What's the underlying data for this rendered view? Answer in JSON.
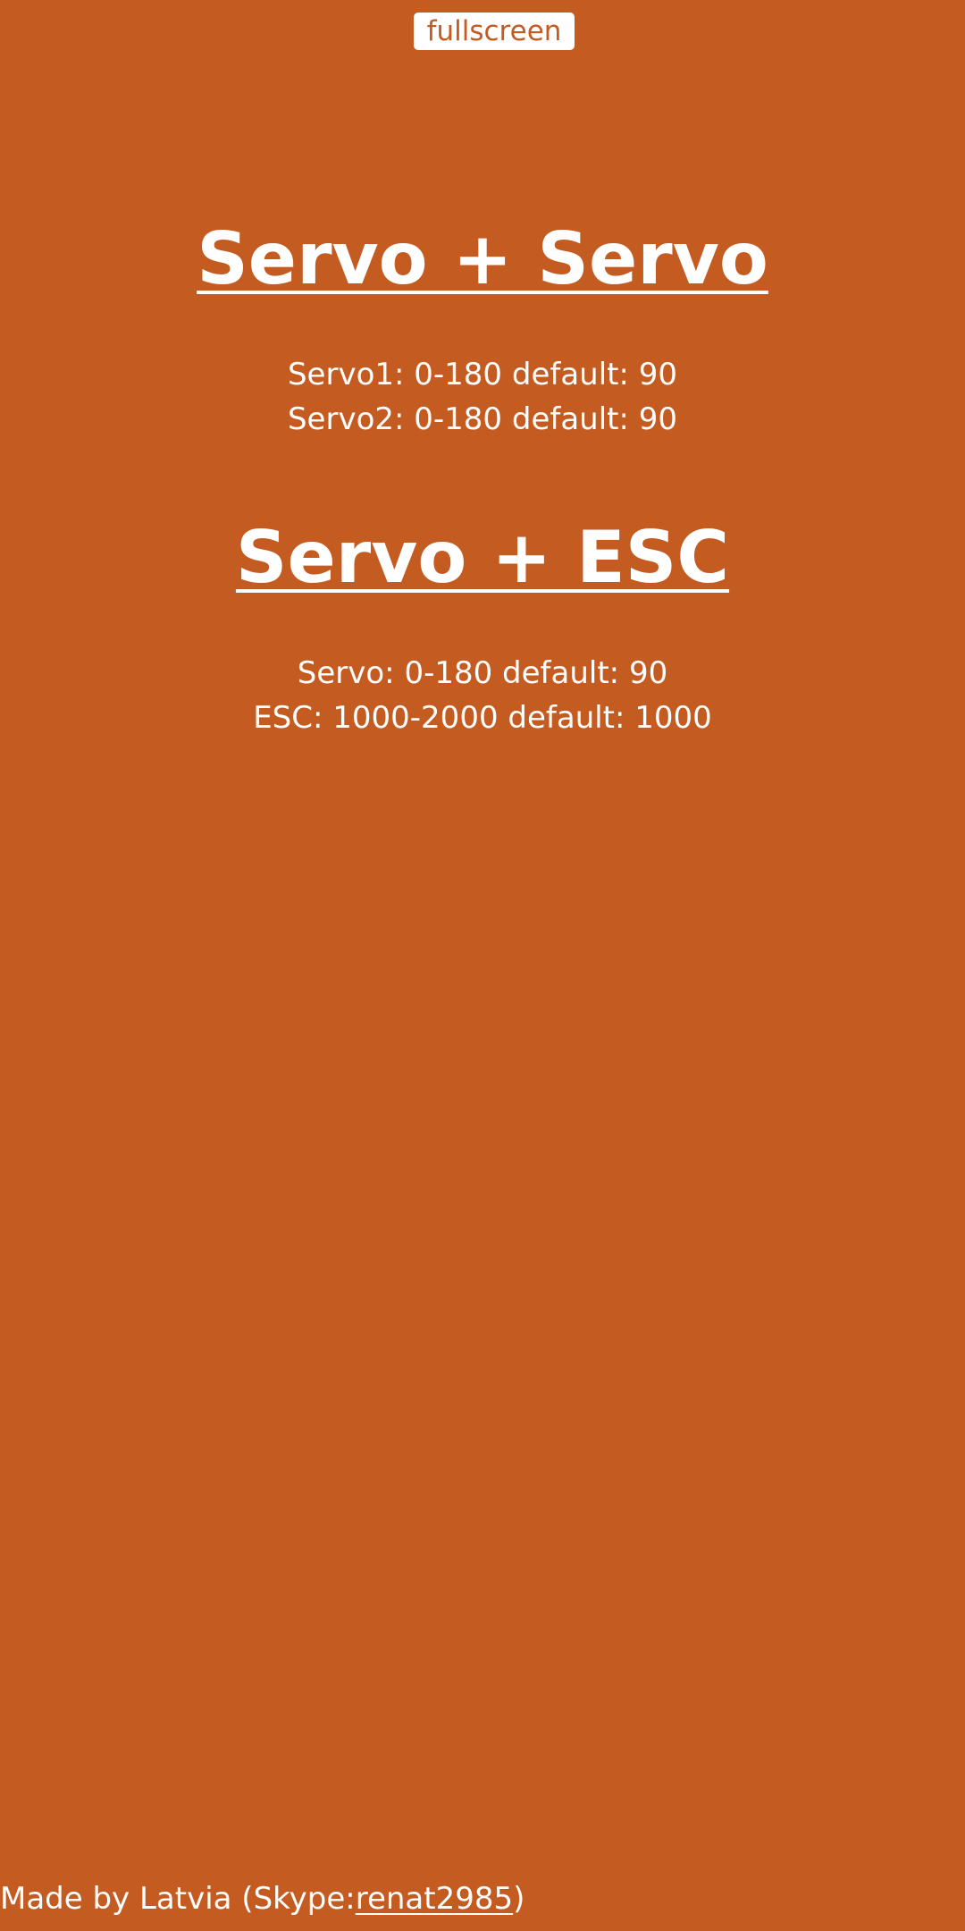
{
  "toolbar": {
    "fullscreen_label": "fullscreen"
  },
  "sections": [
    {
      "title": "Servo + Servo",
      "lines": [
        "Servo1: 0-180 default: 90",
        "Servo2: 0-180 default: 90"
      ]
    },
    {
      "title": "Servo + ESC",
      "lines": [
        "Servo: 0-180 default: 90",
        "ESC: 1000-2000 default: 1000"
      ]
    }
  ],
  "footer": {
    "prefix": "Made by Latvia (Skype:",
    "link_text": "renat2985",
    "suffix": ")"
  },
  "colors": {
    "background": "#C45C22",
    "text": "#FFFFFF",
    "button_text": "#C45C22"
  }
}
